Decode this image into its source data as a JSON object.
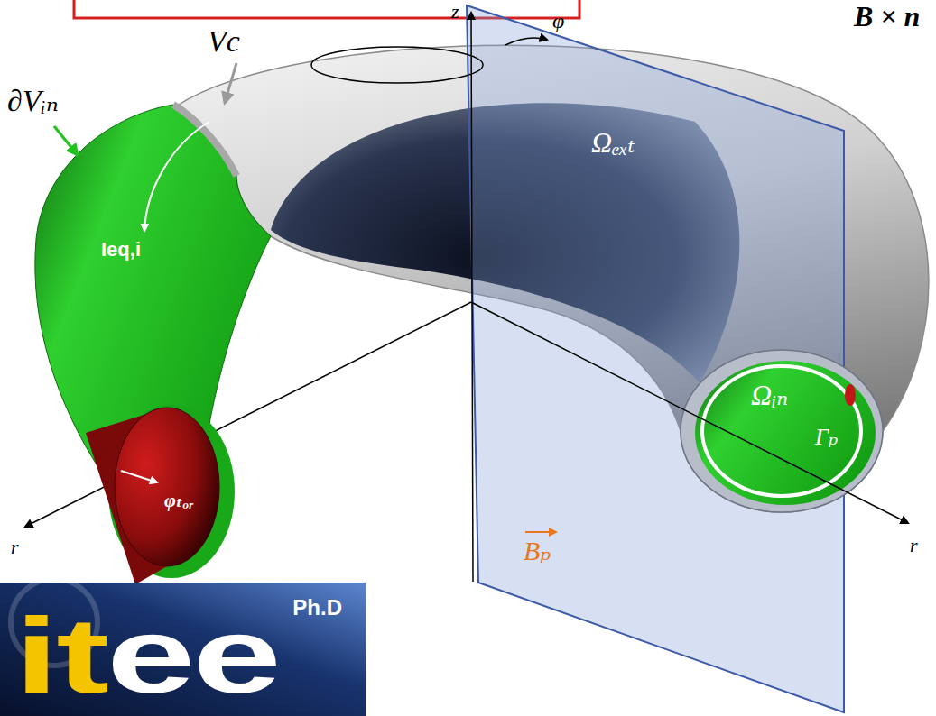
{
  "diagram": {
    "nodes": [
      {
        "text": [
          "Ph.D",
          "itee"
        ]
      }
    ],
    "labels": [
      "z",
      "Vc",
      "φ",
      "B × n",
      "∂Vᵢₙ",
      "Ωₑₓₜ",
      "Ieq,i",
      "Ωᵢₙ",
      "Γₚ",
      "φₜₒᵣ",
      "Bₚ",
      "r",
      "r"
    ]
  }
}
